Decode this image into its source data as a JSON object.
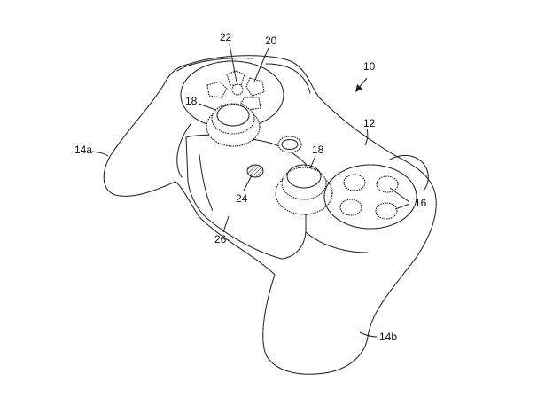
{
  "labels": {
    "device": "10",
    "body": "12",
    "handle_left": "14a",
    "handle_right": "14b",
    "buttons": "16",
    "stick_left": "18",
    "stick_right": "18",
    "dpad": "20",
    "dpad_center": "22",
    "port": "24",
    "front": "26"
  }
}
